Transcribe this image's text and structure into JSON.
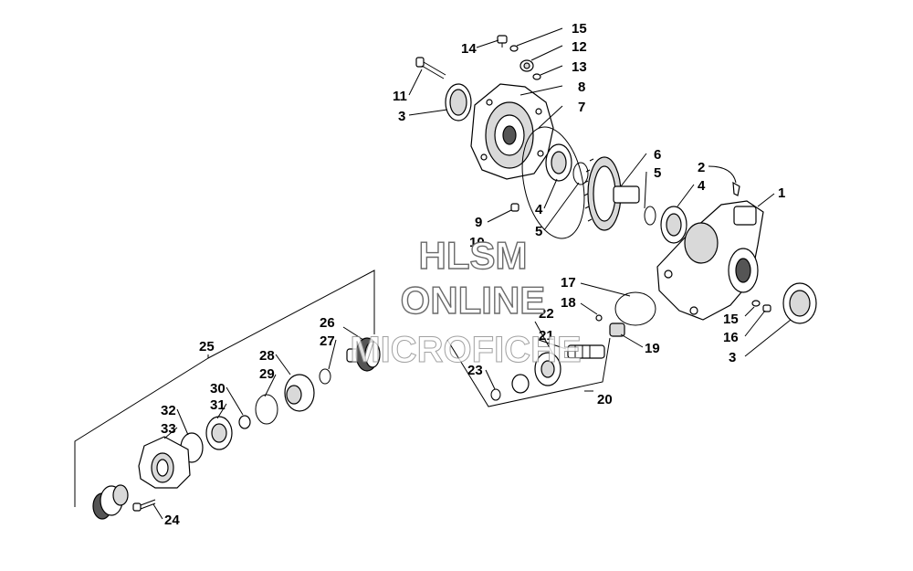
{
  "watermark": {
    "line1": "HLSM",
    "line2": "ONLINE",
    "line3": "MICROFICHE"
  },
  "callouts": [
    "1",
    "2",
    "3",
    "3",
    "4",
    "4",
    "5",
    "5",
    "6",
    "7",
    "8",
    "9",
    "10",
    "11",
    "12",
    "13",
    "14",
    "15",
    "15",
    "16",
    "17",
    "18",
    "19",
    "20",
    "21",
    "22",
    "23",
    "24",
    "25",
    "26",
    "27",
    "28",
    "29",
    "30",
    "31",
    "32",
    "33"
  ]
}
